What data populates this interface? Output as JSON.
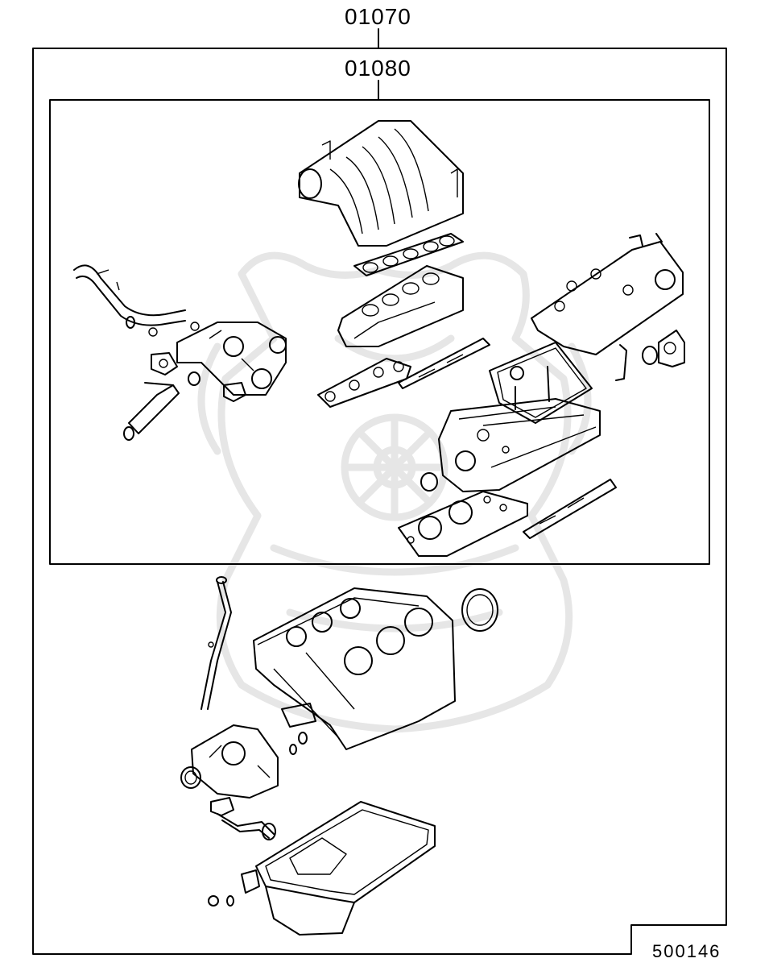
{
  "labels": {
    "outer_kit_part_number": "01070",
    "inner_kit_part_number": "01080",
    "diagram_id": "500146"
  },
  "colors": {
    "line": "#000000",
    "background": "#ffffff",
    "watermark": "#e6e6e6"
  },
  "components": {
    "outer_kit": [
      "cylinder-block",
      "oil-dipstick-tube",
      "rear-crankshaft-seal",
      "oil-pump-housing",
      "front-crankshaft-seal",
      "oil-strainer",
      "oil-pan",
      "drain-plug-and-washer"
    ],
    "inner_kit": [
      "intake-upper-manifold",
      "intake-gaskets",
      "intake-lower-manifold",
      "water-outlet-pipe",
      "thermostat-housing",
      "water-inlet-pipe",
      "valve-cover",
      "cylinder-head",
      "head-gaskets",
      "camshaft-seal"
    ]
  }
}
